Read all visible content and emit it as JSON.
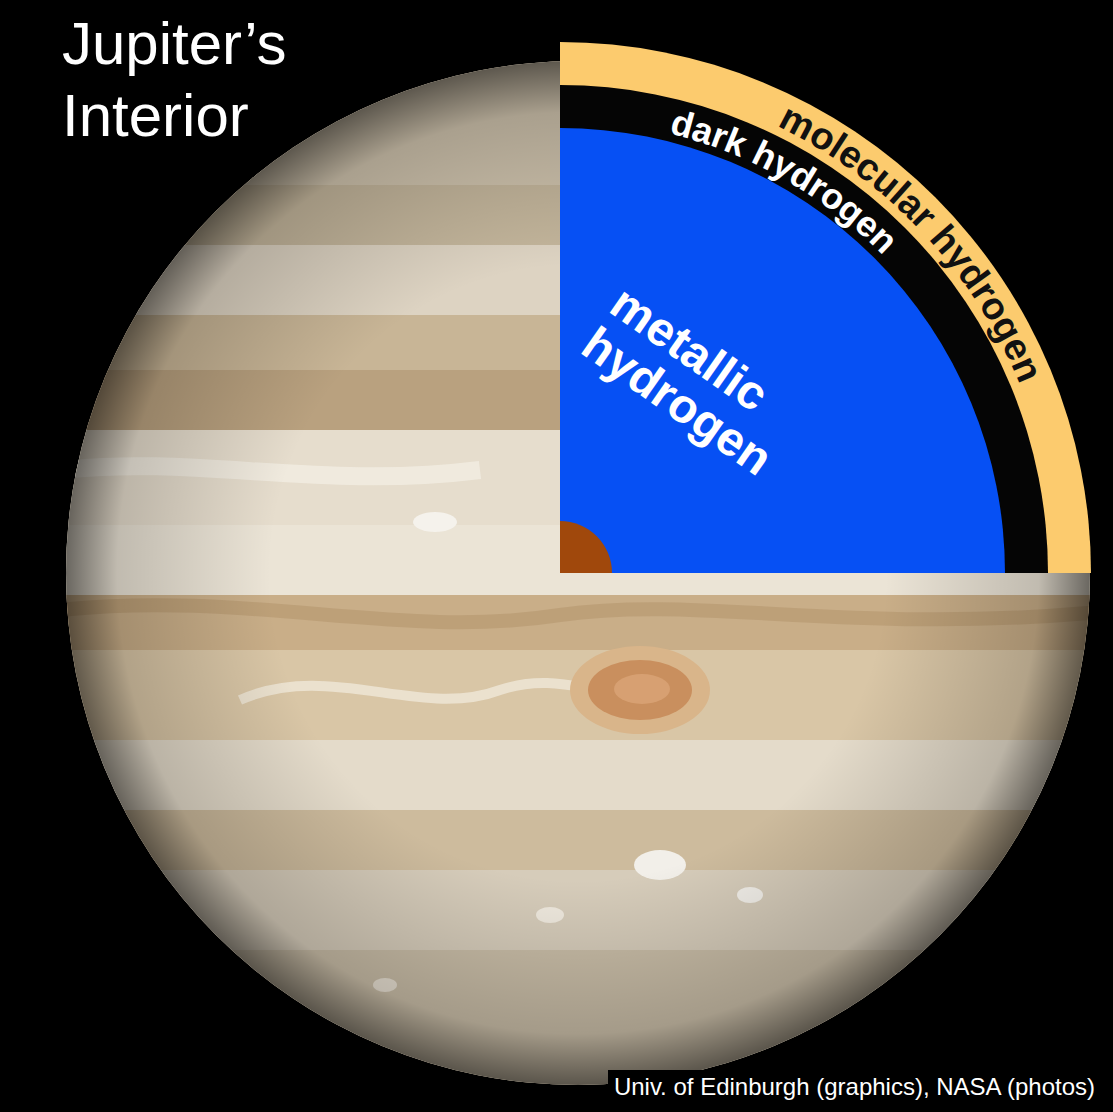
{
  "diagram": {
    "title": "Jupiter’s Interior",
    "caption": "Univ. of Edinburgh (graphics), NASA (photos)",
    "nodes": [
      {
        "text": [
          "molecular hydrogen"
        ]
      },
      {
        "text": [
          "dark hydrogen"
        ],
        "in": 0
      },
      {
        "text": [
          "metallic hydrogen"
        ],
        "in": 1
      }
    ]
  }
}
